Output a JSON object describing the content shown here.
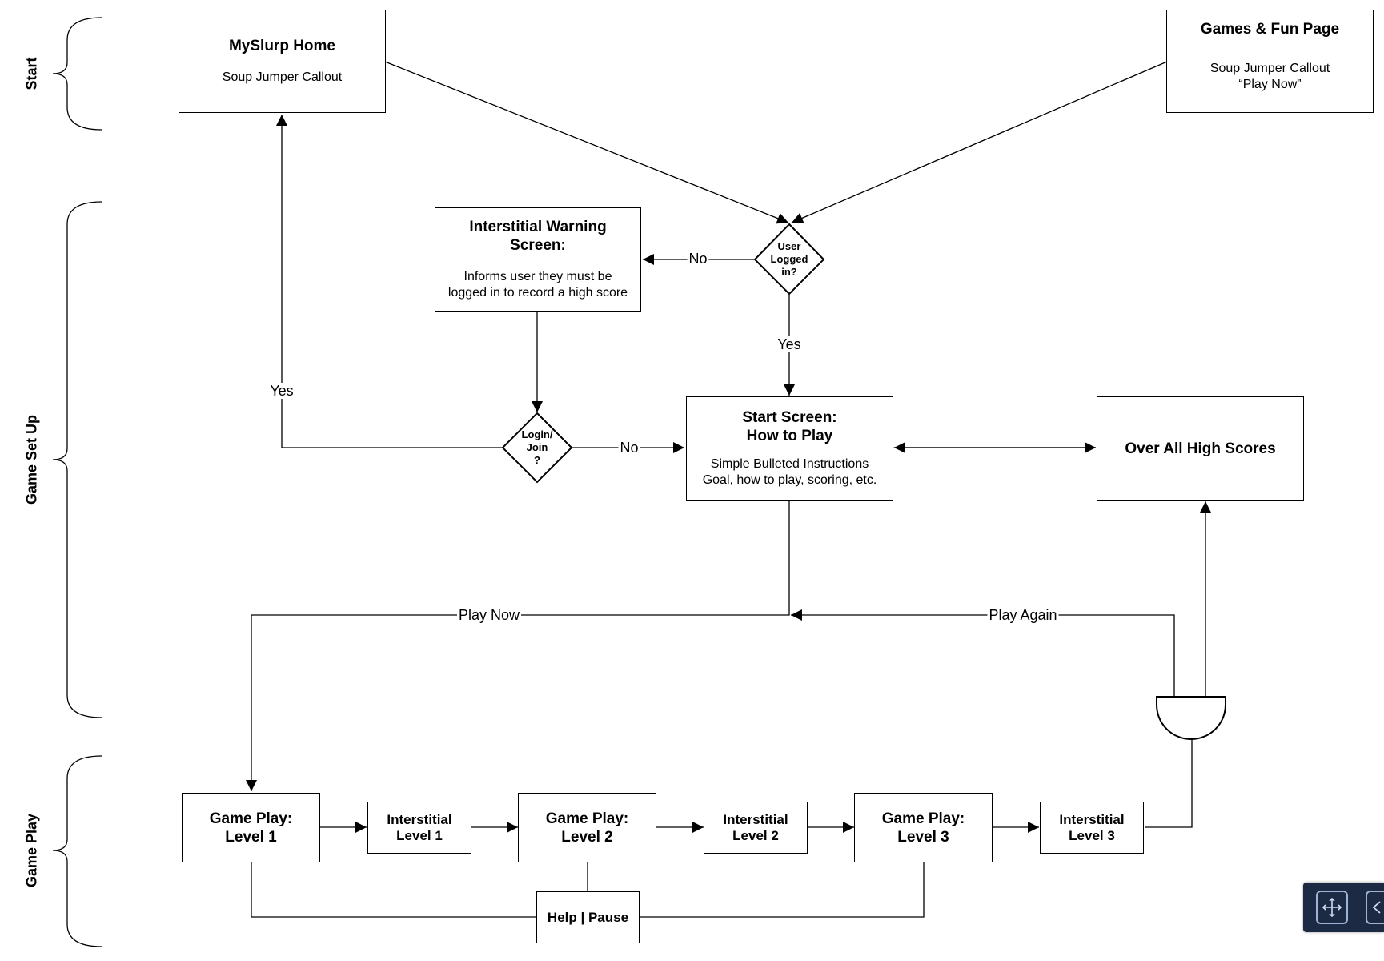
{
  "lanes": {
    "start": "Start",
    "setup": "Game Set Up",
    "play": "Game Play"
  },
  "nodes": {
    "mySlurpHome": {
      "title": "MySlurp Home",
      "body": "Soup Jumper Callout"
    },
    "gamesFun": {
      "title": "Games & Fun Page",
      "body": "Soup Jumper  Callout\n“Play Now”"
    },
    "interstitialWarning": {
      "title": "Interstitial Warning\nScreen:",
      "body": "Informs user they must be\nlogged in to record a high score"
    },
    "userLoggedIn": {
      "title": "User\nLogged\nin?"
    },
    "loginJoin": {
      "title": "Login/\nJoin\n?"
    },
    "startScreen": {
      "title": "Start Screen:\nHow to Play",
      "body": "Simple Bulleted Instructions\nGoal, how to play, scoring, etc."
    },
    "highScores": {
      "title": "Over All High Scores"
    },
    "level1": {
      "title": "Game Play:\nLevel 1"
    },
    "inter1": {
      "title": "Interstitial\nLevel 1"
    },
    "level2": {
      "title": "Game Play:\nLevel 2"
    },
    "inter2": {
      "title": "Interstitial\nLevel 2"
    },
    "level3": {
      "title": "Game Play:\nLevel 3"
    },
    "inter3": {
      "title": "Interstitial\nLevel 3"
    },
    "helpPause": {
      "title": "Help | Pause"
    }
  },
  "edges": {
    "no1": "No",
    "yes1": "Yes",
    "yes2": "Yes",
    "no2": "No",
    "playNow": "Play Now",
    "playAgain": "Play Again"
  },
  "widget": {
    "icon1": "fullscreen-icon",
    "icon2": "back-icon"
  }
}
